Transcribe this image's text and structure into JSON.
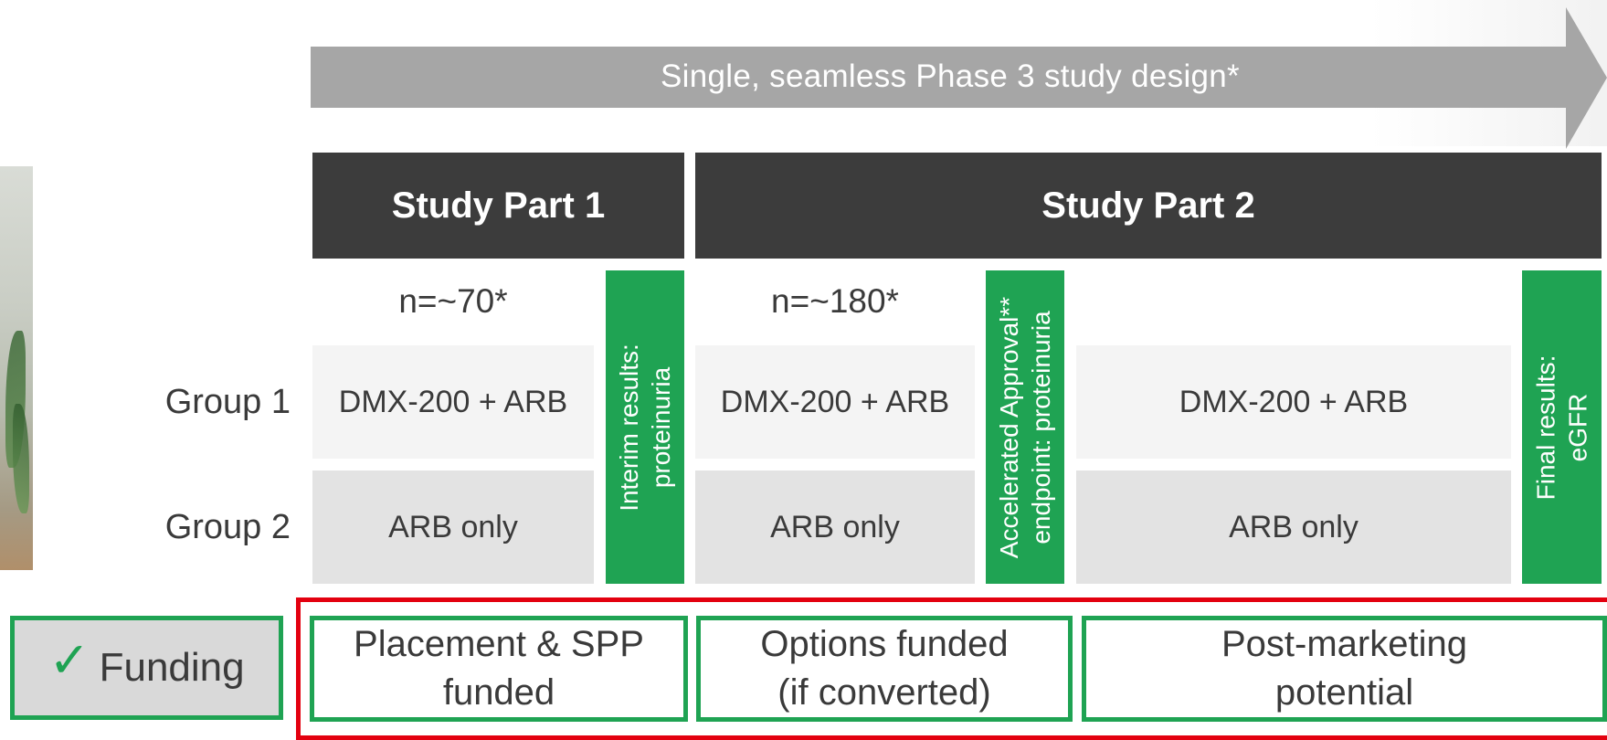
{
  "arrow": {
    "label": "Single, seamless Phase 3 study design*"
  },
  "parts": [
    {
      "title": "Study Part 1",
      "n": "n=~70*"
    },
    {
      "title": "Study Part 2",
      "n": "n=~180*"
    }
  ],
  "groups": [
    {
      "label": "Group 1",
      "cells": [
        "DMX-200 + ARB",
        "DMX-200 + ARB",
        "DMX-200 + ARB"
      ]
    },
    {
      "label": "Group 2",
      "cells": [
        "ARB only",
        "ARB only",
        "ARB only"
      ]
    }
  ],
  "milestones": [
    {
      "lines": [
        "Interim results:",
        "proteinuria"
      ]
    },
    {
      "lines": [
        "Accelerated Approval**",
        "endpoint: proteinuria"
      ]
    },
    {
      "lines": [
        "Final results:",
        "eGFR"
      ]
    }
  ],
  "funding": {
    "label": "Funding",
    "check_icon": "✓",
    "accent_color": "#1fa353",
    "frame_color": "#e3000f",
    "items": [
      {
        "lines": [
          "Placement & SPP",
          "funded"
        ]
      },
      {
        "lines": [
          "Options funded",
          "(if converted)"
        ]
      },
      {
        "lines": [
          "Post-marketing",
          "potential"
        ]
      }
    ]
  }
}
